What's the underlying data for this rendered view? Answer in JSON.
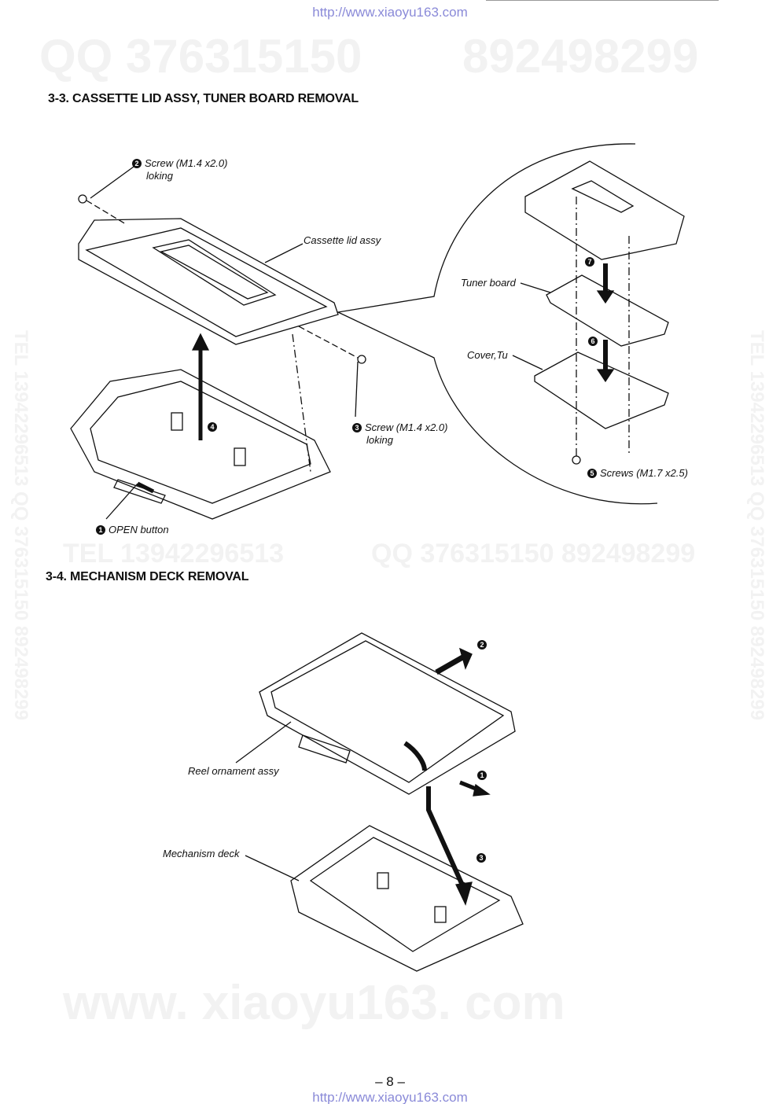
{
  "header_url": "http://www.xiaoyu163.com",
  "footer_url": "http://www.xiaoyu163.com",
  "page_number": "– 8 –",
  "watermarks": {
    "qq_top": "QQ 376315150",
    "num_top": "892498299",
    "tel_mid": "TEL 13942296513",
    "qq_mid": "QQ 376315150 892498299",
    "side_left": "TEL 13942296513 QQ 376315150 892498299",
    "side_right": "TEL 13942296513 QQ 376315150 892498299",
    "bottom": "www. xiaoyu163. com"
  },
  "section_33": {
    "title": "3-3. CASSETTE LID ASSY, TUNER BOARD REMOVAL",
    "labels": [
      {
        "num": "2",
        "text": "Screw (M1.4 x2.0)",
        "sub": "loking"
      },
      {
        "text": "Cassette lid assy"
      },
      {
        "num": "3",
        "text": "Screw (M1.4 x2.0)",
        "sub": "loking"
      },
      {
        "num": "1",
        "text": "OPEN button"
      },
      {
        "num": "4"
      },
      {
        "text": "Tuner board"
      },
      {
        "num": "7"
      },
      {
        "text": "Cover,Tu"
      },
      {
        "num": "6"
      },
      {
        "num": "5",
        "text": "Screws (M1.7 x2.5)"
      }
    ]
  },
  "section_34": {
    "title": "3-4. MECHANISM DECK REMOVAL",
    "labels": [
      {
        "num": "2"
      },
      {
        "text": "Reel ornament assy"
      },
      {
        "num": "1"
      },
      {
        "text": "Mechanism deck"
      },
      {
        "num": "3"
      }
    ]
  }
}
